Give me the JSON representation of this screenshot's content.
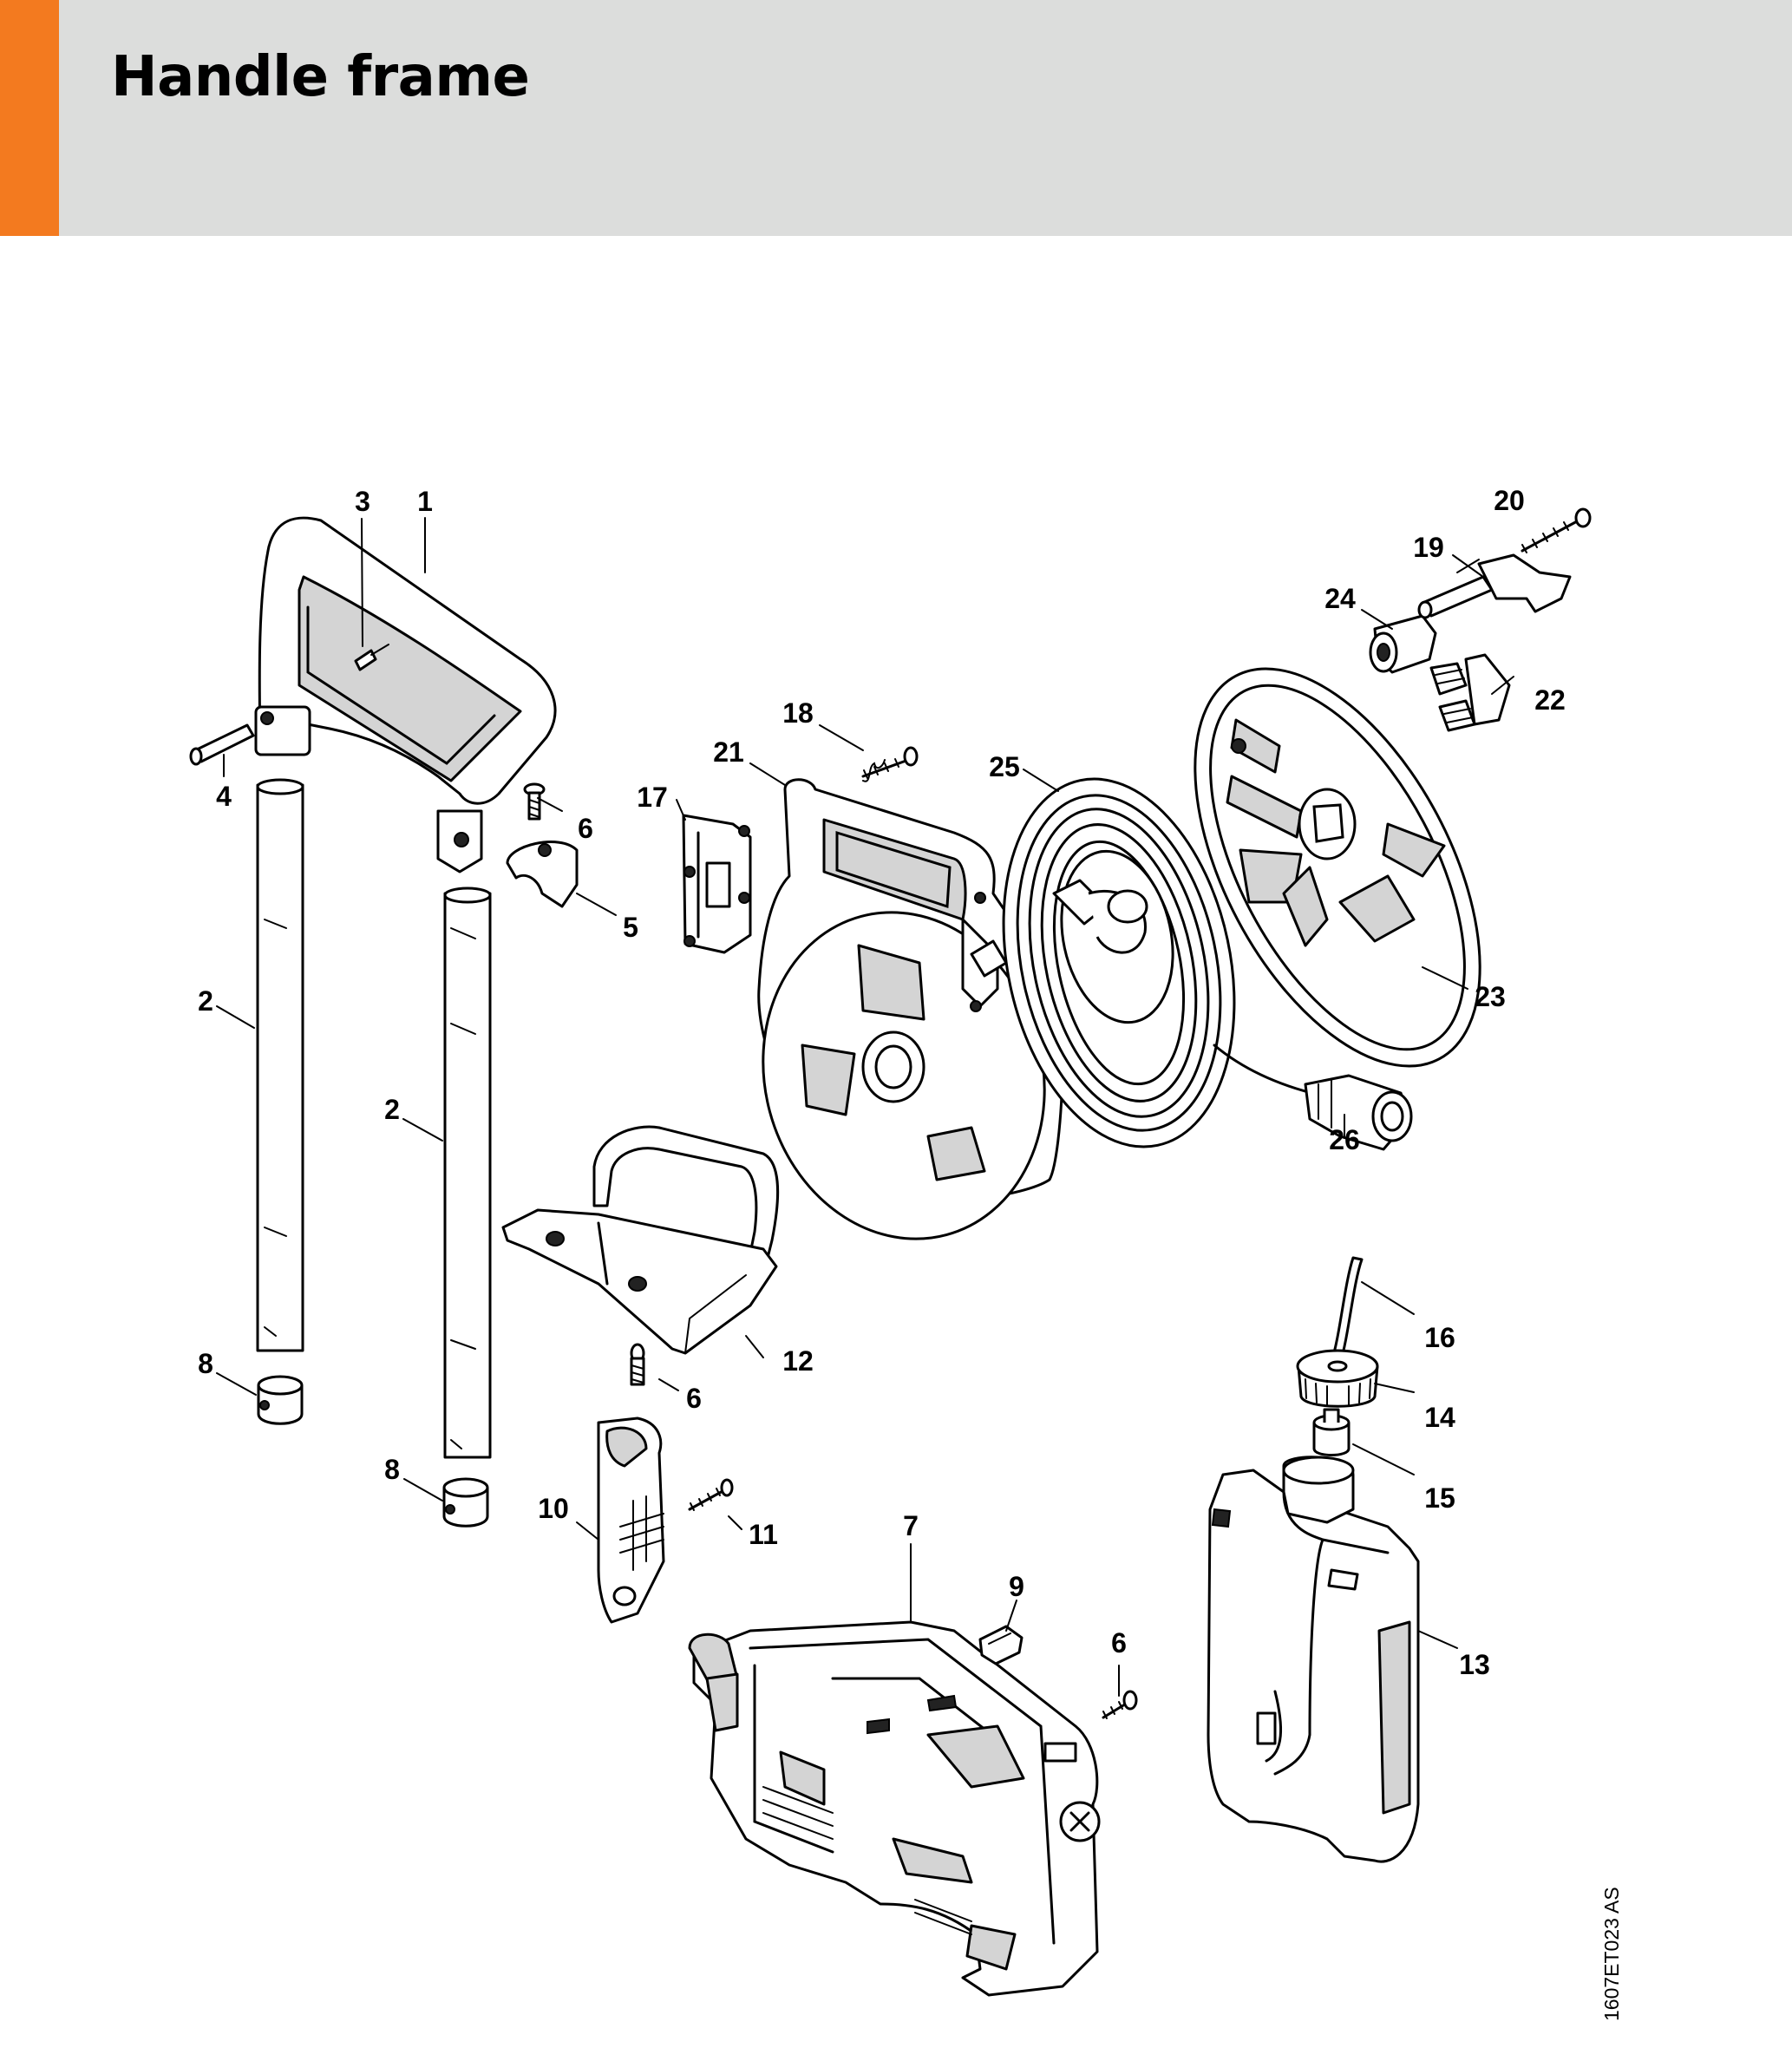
{
  "title": "Handle frame",
  "figure_code": "1607ET023 AS",
  "colors": {
    "accent": "#f37a1f",
    "header_bg": "#dcdddc"
  },
  "callouts": [
    "1",
    "2",
    "2",
    "3",
    "4",
    "5",
    "6",
    "6",
    "6",
    "7",
    "8",
    "8",
    "9",
    "10",
    "11",
    "12",
    "13",
    "14",
    "15",
    "16",
    "17",
    "18",
    "19",
    "20",
    "21",
    "22",
    "23",
    "24",
    "25",
    "26"
  ]
}
